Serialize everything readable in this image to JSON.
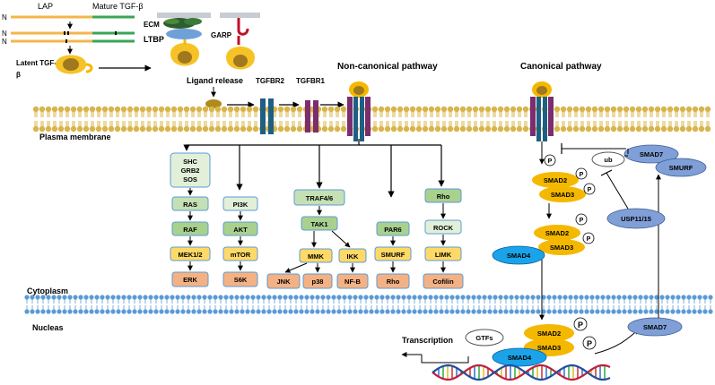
{
  "labels": {
    "lap": "LAP",
    "mature_tgfb": "Mature TGF-β",
    "n1": "N",
    "n2": "N",
    "n3": "N",
    "ecm": "ECM",
    "ltbp": "LTBP",
    "garp": "GARP",
    "latent_tgf": "Latent TGF-",
    "beta": "β",
    "ligand_release": "Ligand release",
    "tgfbr2": "TGFBR2",
    "tgfbr1": "TGFBR1",
    "non_canonical": "Non-canonical pathway",
    "canonical": "Canonical pathway",
    "plasma_membrane": "Plasma membrane",
    "cytoplasm": "Cytoplasm",
    "nucleas": "Nucleas",
    "transcription": "Transcription"
  },
  "boxes": {
    "shc": "SHC",
    "grb2": "GRB2",
    "sos": "SOS",
    "ras": "RAS",
    "raf": "RAF",
    "mek": "MEK1/2",
    "erk": "ERK",
    "pi3k": "PI3K",
    "akt": "AKT",
    "mtor": "mTOR",
    "s6k": "S6K",
    "traf": "TRAF4/6",
    "tak1": "TAK1",
    "mmk": "MMK",
    "ikk": "IKK",
    "jnk": "JNK",
    "p38": "p38",
    "nfb": "NF-B",
    "par6": "PAR6",
    "smurf_box": "SMURF",
    "rho_out": "Rho",
    "rho_top": "Rho",
    "rock": "ROCK",
    "limk": "LIMK",
    "cofilin": "Cofilin"
  },
  "canonical": {
    "smad2_a": "SMAD2",
    "smad3_a": "SMAD3",
    "smad2_b": "SMAD2",
    "smad3_b": "SMAD3",
    "smad4_b": "SMAD4",
    "smad2_c": "SMAD2",
    "smad3_c": "SMAD3",
    "smad4_c": "SMAD4",
    "smad7_top": "SMAD7",
    "smurf_oval": "SMURF",
    "usp": "USP11/15",
    "smad7_nuc": "SMAD7",
    "gtfs": "GTFs",
    "ub": "ub",
    "p": "P"
  },
  "colors": {
    "membrane": "#d9b44a",
    "nuclear_membrane": "#5b9bd5",
    "green_box": "#a9d18e",
    "light_green": "#e2f0d9",
    "yellow_box": "#ffd966",
    "salmon_box": "#f4b183",
    "smad_yellow": "#f5b800",
    "smad4_blue": "#1aa3e8",
    "smad7_blue": "#7f9fd6",
    "receptor_blue": "#1f5f82",
    "receptor_purple": "#7b2d6e"
  }
}
